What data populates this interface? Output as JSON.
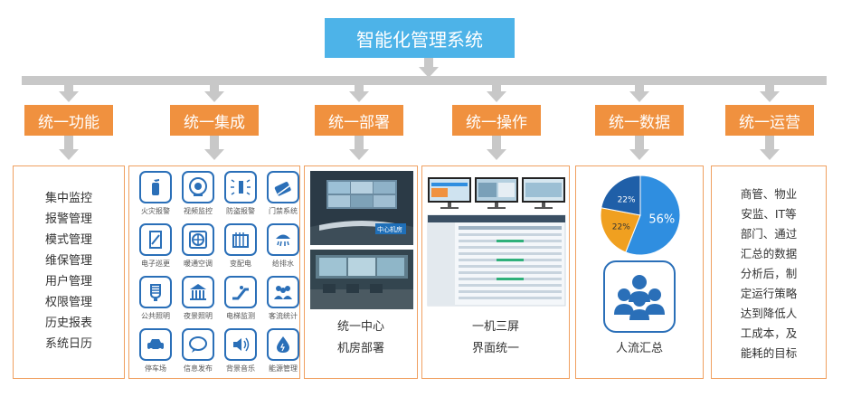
{
  "title": "智能化管理系统",
  "categories": [
    "统一功能",
    "统一集成",
    "统一部署",
    "统一操作",
    "统一数据",
    "统一运营"
  ],
  "functions": [
    "集中监控",
    "报警管理",
    "模式管理",
    "维保管理",
    "用户管理",
    "权限管理",
    "历史报表",
    "系统日历"
  ],
  "integration_icons": [
    {
      "label": "火灾报警",
      "icon": "fire-extinguisher-icon"
    },
    {
      "label": "视频监控",
      "icon": "camera-icon"
    },
    {
      "label": "防盗报警",
      "icon": "alarm-icon"
    },
    {
      "label": "门禁系统",
      "icon": "access-card-icon"
    },
    {
      "label": "电子巡更",
      "icon": "patrol-icon"
    },
    {
      "label": "暖通空调",
      "icon": "fan-icon"
    },
    {
      "label": "变配电",
      "icon": "transformer-icon"
    },
    {
      "label": "给排水",
      "icon": "shower-icon"
    },
    {
      "label": "公共照明",
      "icon": "bulb-icon"
    },
    {
      "label": "夜景照明",
      "icon": "building-light-icon"
    },
    {
      "label": "电梯监测",
      "icon": "escalator-icon"
    },
    {
      "label": "客流统计",
      "icon": "people-icon"
    },
    {
      "label": "停车场",
      "icon": "car-icon"
    },
    {
      "label": "信息发布",
      "icon": "speech-bubble-icon"
    },
    {
      "label": "背景音乐",
      "icon": "speaker-icon"
    },
    {
      "label": "能源管理",
      "icon": "water-drop-icon"
    }
  ],
  "deploy": {
    "photo_label": "中心机房",
    "lines": [
      "统一中心",
      "机房部署"
    ]
  },
  "operation": {
    "lines": [
      "一机三屏",
      "界面统一"
    ]
  },
  "data": {
    "chart_data": {
      "type": "pie",
      "values": [
        56,
        22,
        22
      ],
      "labels": [
        "56%",
        "22%",
        "22%"
      ],
      "colors": [
        "#2f8ee0",
        "#f0a020",
        "#1f5fa8"
      ]
    },
    "caption": "人流汇总"
  },
  "operations": {
    "lines": [
      "商管、物业",
      "安监、IT等",
      "部门、通过",
      "汇总的数据",
      "分析后，制",
      "定运行策略",
      "达到降低人",
      "工成本，及",
      "能耗的目标"
    ]
  }
}
